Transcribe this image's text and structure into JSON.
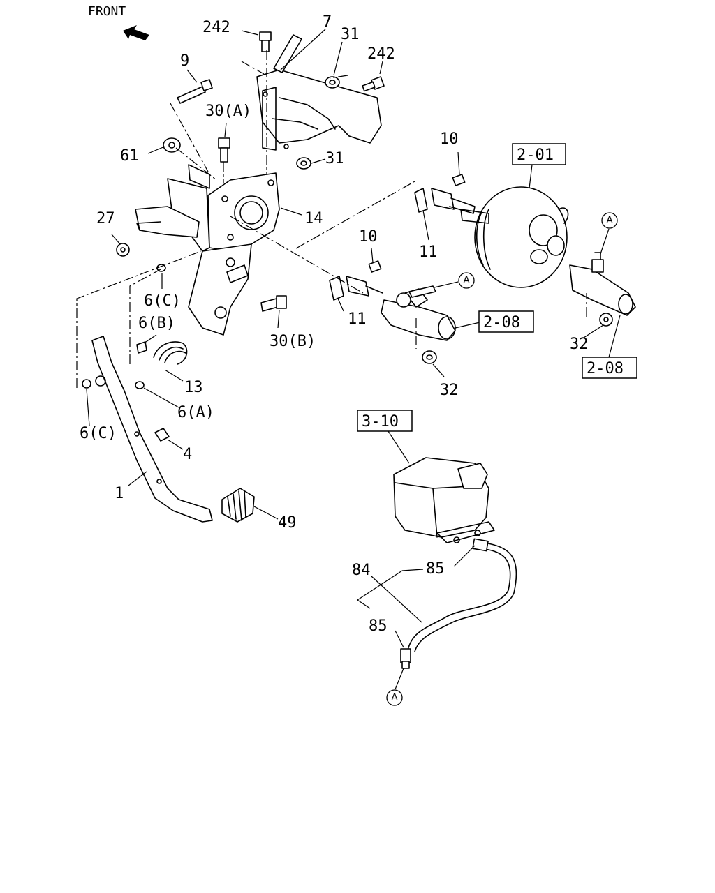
{
  "direction_label": "FRONT",
  "callouts": {
    "c242a": "242",
    "c7": "7",
    "c31a": "31",
    "c242b": "242",
    "c9": "9",
    "c30a": "30(A)",
    "c61": "61",
    "c31b": "31",
    "c14": "14",
    "c27": "27",
    "c10a": "10",
    "c11a": "11",
    "c10b": "10",
    "c11b": "11",
    "c6c_top": "6(C)",
    "c6b": "6(B)",
    "c30b": "30(B)",
    "c13": "13",
    "c6a": "6(A)",
    "c6c_left": "6(C)",
    "c4": "4",
    "c1": "1",
    "c49": "49",
    "c32a": "32",
    "c32b": "32",
    "c84": "84",
    "c85a": "85",
    "c85b": "85"
  },
  "reference_boxes": {
    "r201": "2-01",
    "r208a": "2-08",
    "r208b": "2-08",
    "r310": "3-10"
  },
  "connector_marks": {
    "a1": "A",
    "a2": "A",
    "a3": "A"
  }
}
